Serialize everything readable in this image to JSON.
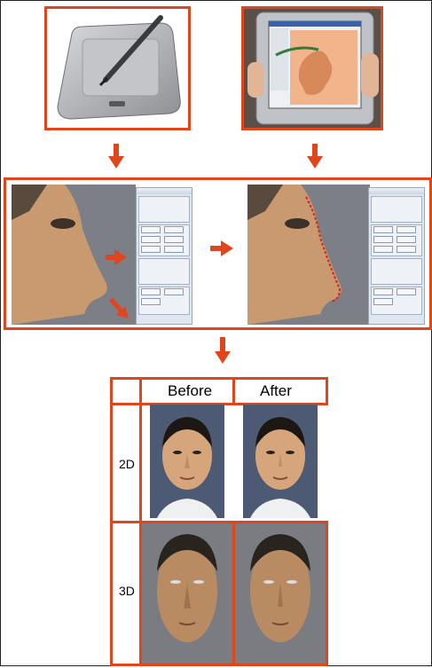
{
  "table": {
    "col_before": "Before",
    "col_after": "After",
    "row_2d": "2D",
    "row_3d": "3D"
  },
  "colors": {
    "accent": "#e0451b",
    "skin": "#c99a70",
    "background_gray": "#7d7f86"
  }
}
